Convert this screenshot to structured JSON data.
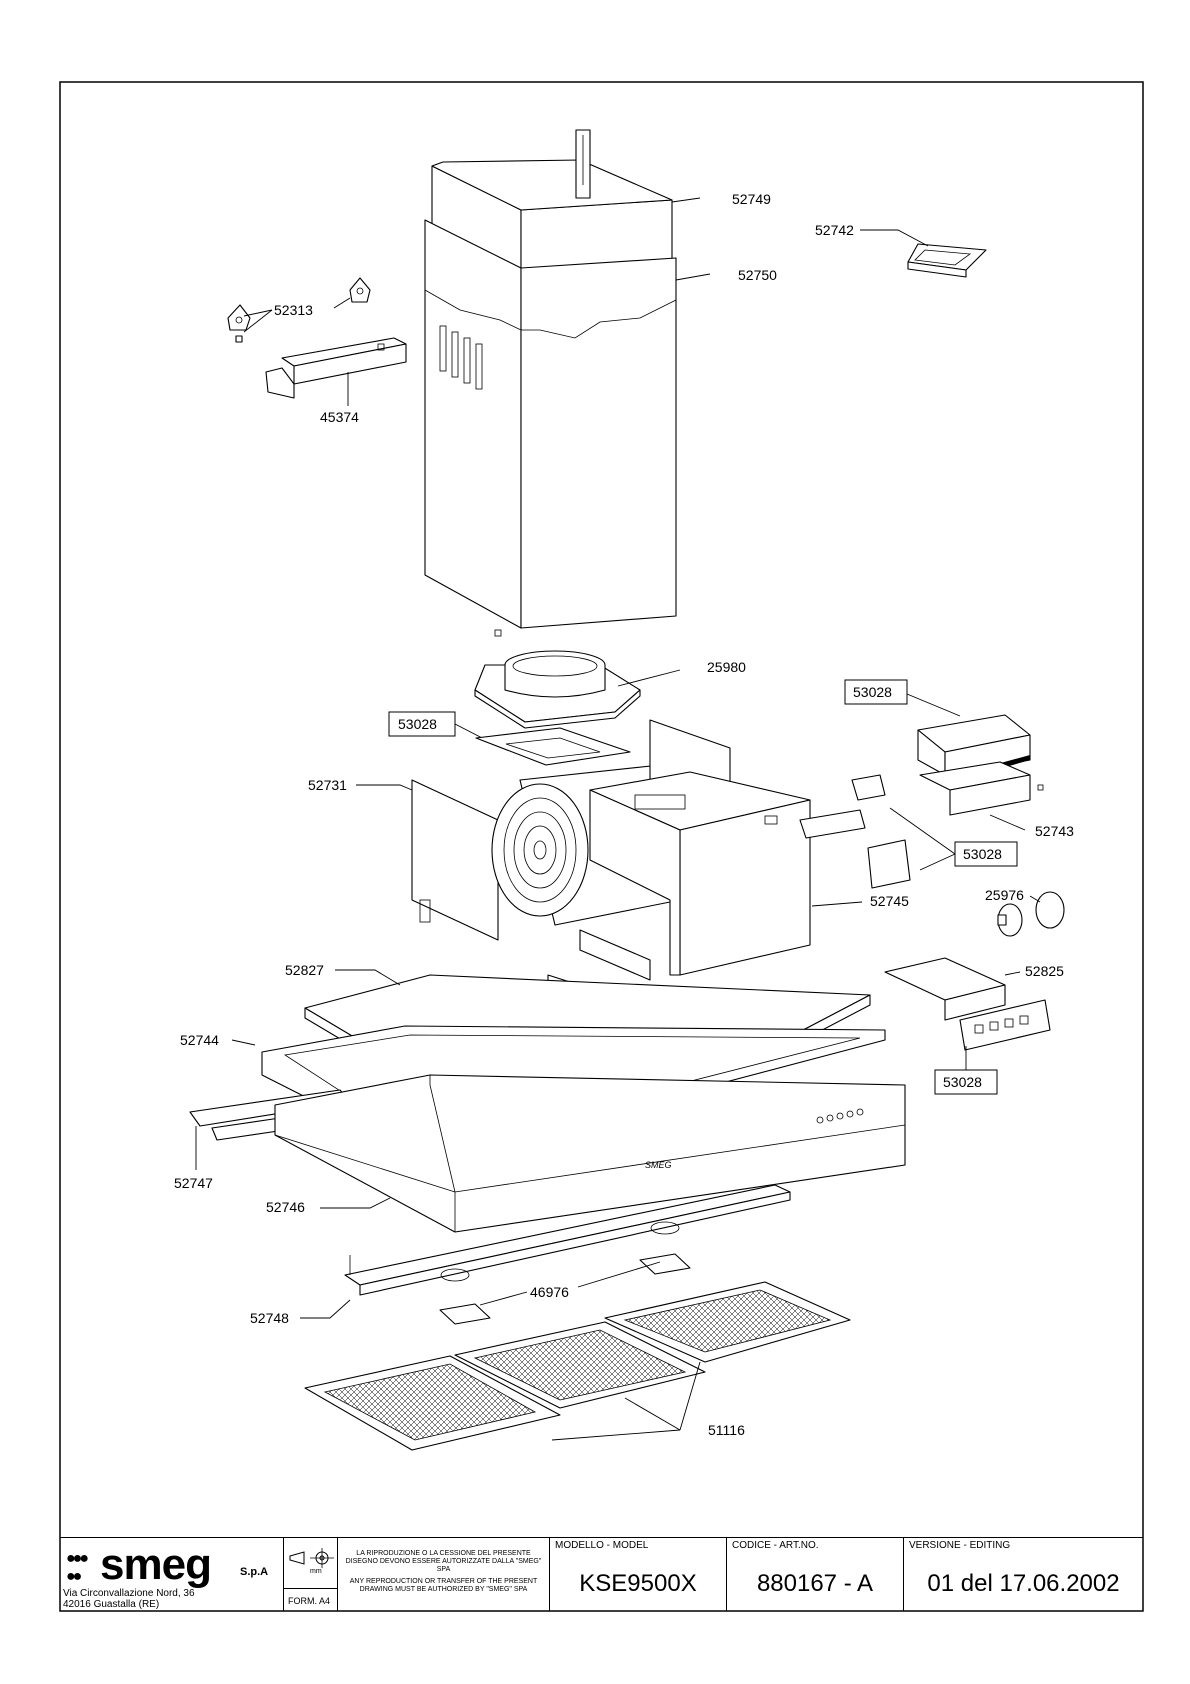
{
  "labels": {
    "p52749": "52749",
    "p52742": "52742",
    "p52750": "52750",
    "p52313": "52313",
    "p45374": "45374",
    "p25980": "25980",
    "p53028_a": "53028",
    "p53028_b": "53028",
    "p53028_c": "53028",
    "p53028_d": "53028",
    "p52731": "52731",
    "p52743": "52743",
    "p25976": "25976",
    "p52745": "52745",
    "p52827": "52827",
    "p52825": "52825",
    "p52744": "52744",
    "p52747": "52747",
    "p52746": "52746",
    "p46976": "46976",
    "p52748": "52748",
    "p51116": "51116"
  },
  "hood_logo": "SMEG",
  "title_block": {
    "brand": "smeg",
    "brand_suffix": "S.p.A",
    "address_line1": "Via Circonvallazione Nord, 36",
    "address_line2": "42016  Guastalla (RE)",
    "form_label": "FORM. A4",
    "notice_it": "LA RIPRODUZIONE O LA CESSIONE DEL PRESENTE DISEGNO DEVONO ESSERE AUTORIZZATE DALLA \"SMEG\" SPA",
    "notice_en": "ANY REPRODUCTION OR TRANSFER OF THE PRESENT DRAWING MUST BE AUTHORIZED BY \"SMEG\" SPA",
    "model_header": "MODELLO - MODEL",
    "model_value": "KSE9500X",
    "code_header": "CODICE - ART.NO.",
    "code_value": "880167 - A",
    "version_header": "VERSIONE - EDITING",
    "version_value": "01 del 17.06.2002",
    "units_label": "mm"
  }
}
